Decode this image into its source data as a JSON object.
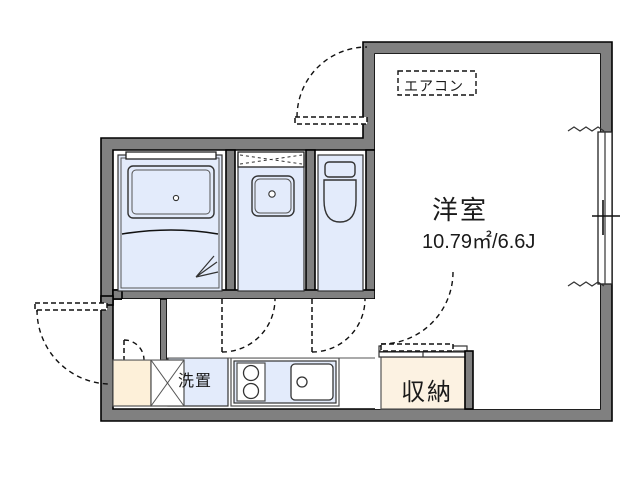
{
  "plan": {
    "type": "japanese-apartment-floor-plan",
    "rooms": [
      {
        "id": "main-room",
        "name": "洋室",
        "area": "10.79㎡/6.6J",
        "kind": "western-style-room"
      },
      {
        "id": "closet",
        "name": "収納",
        "kind": "storage-closet"
      },
      {
        "id": "laundry",
        "name": "洗置",
        "kind": "washing-machine-space"
      }
    ],
    "fixtures": {
      "aircon": "エアコン",
      "bathtub": "bathtub",
      "washbasin": "washbasin",
      "toilet": "toilet",
      "kitchen_sink": "kitchen-sink",
      "stove_burners": 2,
      "shoe_box": "shoe-box",
      "entrance_tile": "genkan"
    },
    "colors": {
      "wall": "#808080",
      "wall_outline": "#000000",
      "water_area": "#e3ebfb",
      "tile_area": "#fdf0d9",
      "closet_fill": "#fcf2e2",
      "background": "#ffffff",
      "text": "#1a1a1a"
    }
  }
}
